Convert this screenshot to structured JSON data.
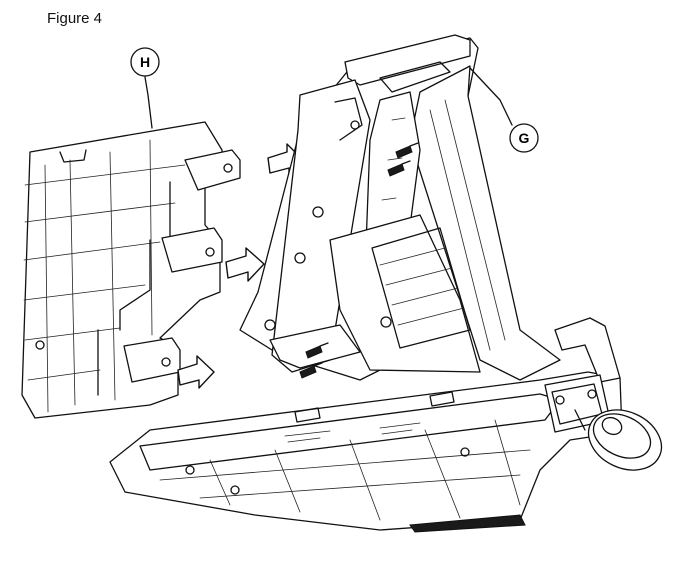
{
  "figure": {
    "title": "Figure 4"
  },
  "callouts": [
    {
      "id": "callout-h",
      "label": "H",
      "part": "panel"
    },
    {
      "id": "callout-g",
      "label": "G",
      "part": "frame"
    }
  ],
  "icons": [
    "assembly-arrow-icon",
    "screw-icon",
    "caster-wheel-icon"
  ]
}
